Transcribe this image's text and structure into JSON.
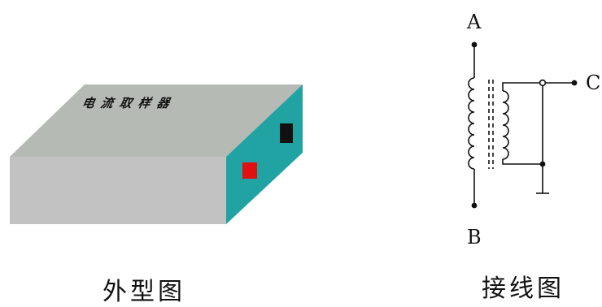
{
  "device": {
    "label": "电流取样器",
    "top_color": "#b5bab4",
    "front_color": "#c2c2c2",
    "side_color": "#21a3a3",
    "button_left_color": "#e01010",
    "button_right_color": "#111111"
  },
  "circuit": {
    "terminal_a": "A",
    "terminal_b": "B",
    "terminal_c": "C"
  },
  "captions": {
    "left": "外型图",
    "right": "接线图"
  }
}
